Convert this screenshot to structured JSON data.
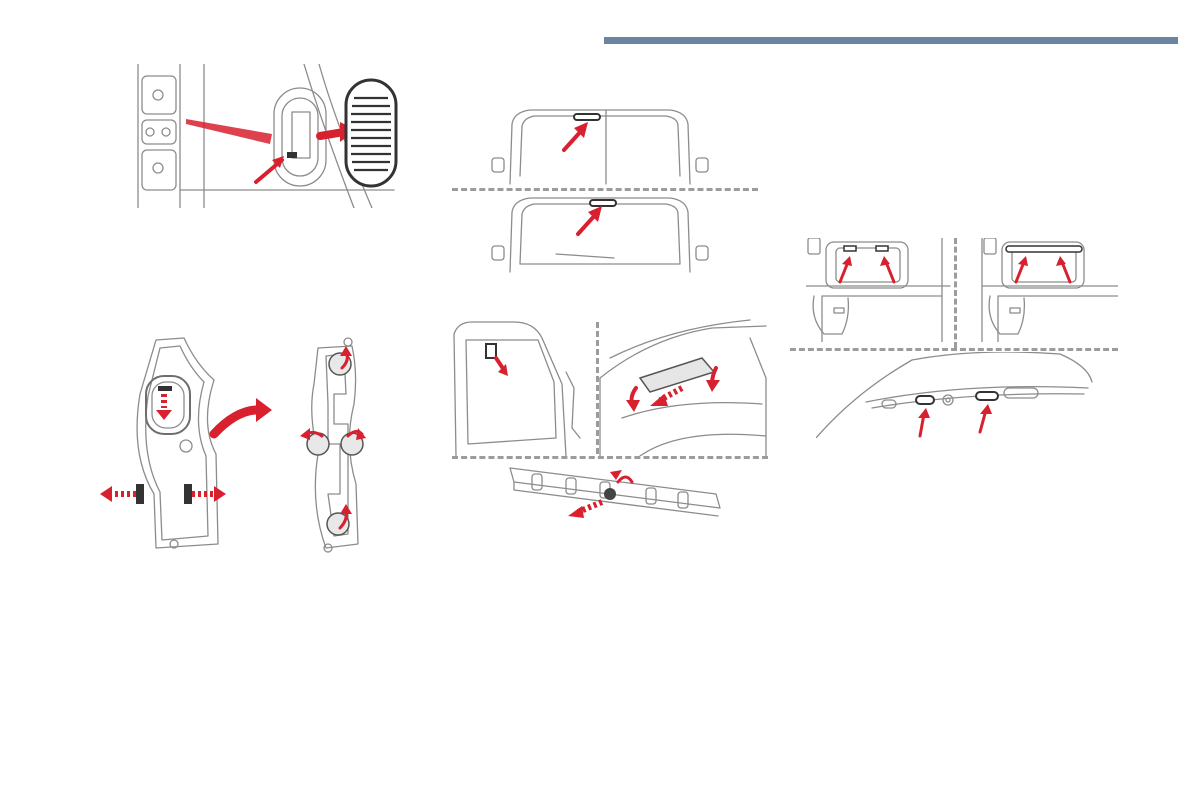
{
  "page": {
    "accent_color": "#6b85a1",
    "arrow_color": "#d8202f",
    "line_color": "#8c8c8c",
    "divider_color": "#9c9c9c"
  },
  "figures": [
    {
      "id": "side-light-cover",
      "icon": "rear-light-cover-removal-illustration"
    },
    {
      "id": "lamp-holder",
      "icon": "lamp-holder-bulb-illustration"
    },
    {
      "id": "rear-screen",
      "icon": "third-brake-light-window-illustration"
    },
    {
      "id": "tailgate",
      "icon": "tailgate-brake-light-access-illustration"
    },
    {
      "id": "bulb-strip",
      "icon": "brake-light-bulb-strip-illustration"
    },
    {
      "id": "plate-lights",
      "icon": "number-plate-light-illustration"
    },
    {
      "id": "underside",
      "icon": "underside-lamp-illustration"
    }
  ]
}
